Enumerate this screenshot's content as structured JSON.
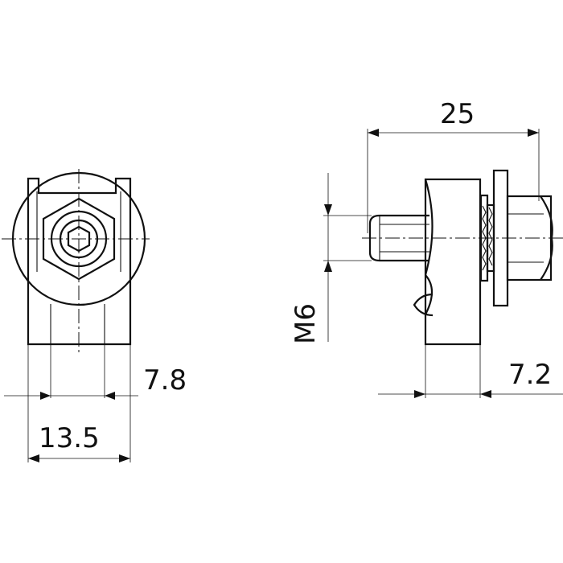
{
  "diagram": {
    "dimensions": {
      "overall_length": "25",
      "thread": "M6",
      "front_width": "13.5",
      "front_inner": "7.8",
      "side_width": "7.2"
    },
    "colors": {
      "line": "#111111",
      "background": "#ffffff"
    },
    "icons": [
      "hex-socket-icon",
      "hex-nut-icon",
      "washer-icon",
      "arrowhead-icon"
    ]
  }
}
